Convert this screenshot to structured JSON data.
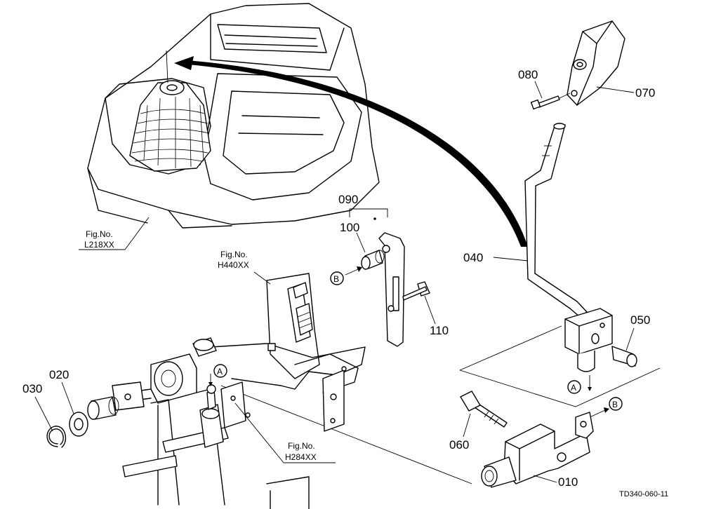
{
  "callouts": {
    "c010": "010",
    "c020": "020",
    "c030": "030",
    "c040": "040",
    "c050": "050",
    "c060": "060",
    "c070": "070",
    "c080": "080",
    "c090": "090",
    "c100": "100",
    "c110": "110"
  },
  "figure_refs": {
    "l218": {
      "line1": "Fig.No.",
      "line2": "L218XX"
    },
    "h440": {
      "line1": "Fig.No.",
      "line2": "H440XX"
    },
    "h284": {
      "line1": "Fig.No.",
      "line2": "H284XX"
    }
  },
  "connection_markers": {
    "a_top": "A",
    "a_bottom": "A",
    "b_left": "B",
    "b_right": "B"
  },
  "drawing_number": "TD340-060-11"
}
